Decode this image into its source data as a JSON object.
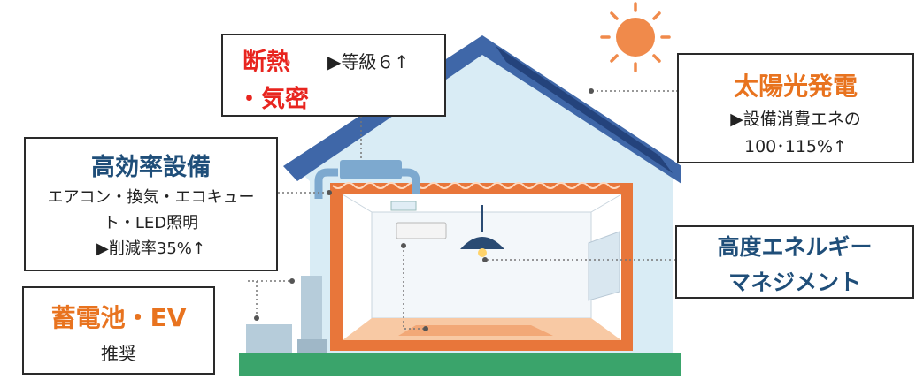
{
  "insulation": {
    "title1": "断熱",
    "title2": "・気密",
    "detail": "▶等級６↑"
  },
  "solar": {
    "title": "太陽光発電",
    "line1": "▶設備消費エネの",
    "line2": "100･115%↑"
  },
  "efficient": {
    "title": "高効率設備",
    "line1": "エアコン・換気・エコキュー",
    "line2": "ト・LED照明",
    "line3": "▶削減率35%↑"
  },
  "energy": {
    "title1": "高度エネルギー",
    "title2": "マネジメント"
  },
  "battery": {
    "title": "蓄電池・EV",
    "line1": "推奨"
  },
  "colors": {
    "roof": "#3f67a8",
    "wall": "#d9ecf5",
    "insulation": "#e8763a",
    "floor": "#f8c9a4",
    "ground": "#3aa46b",
    "sun": "#f08a4b"
  }
}
